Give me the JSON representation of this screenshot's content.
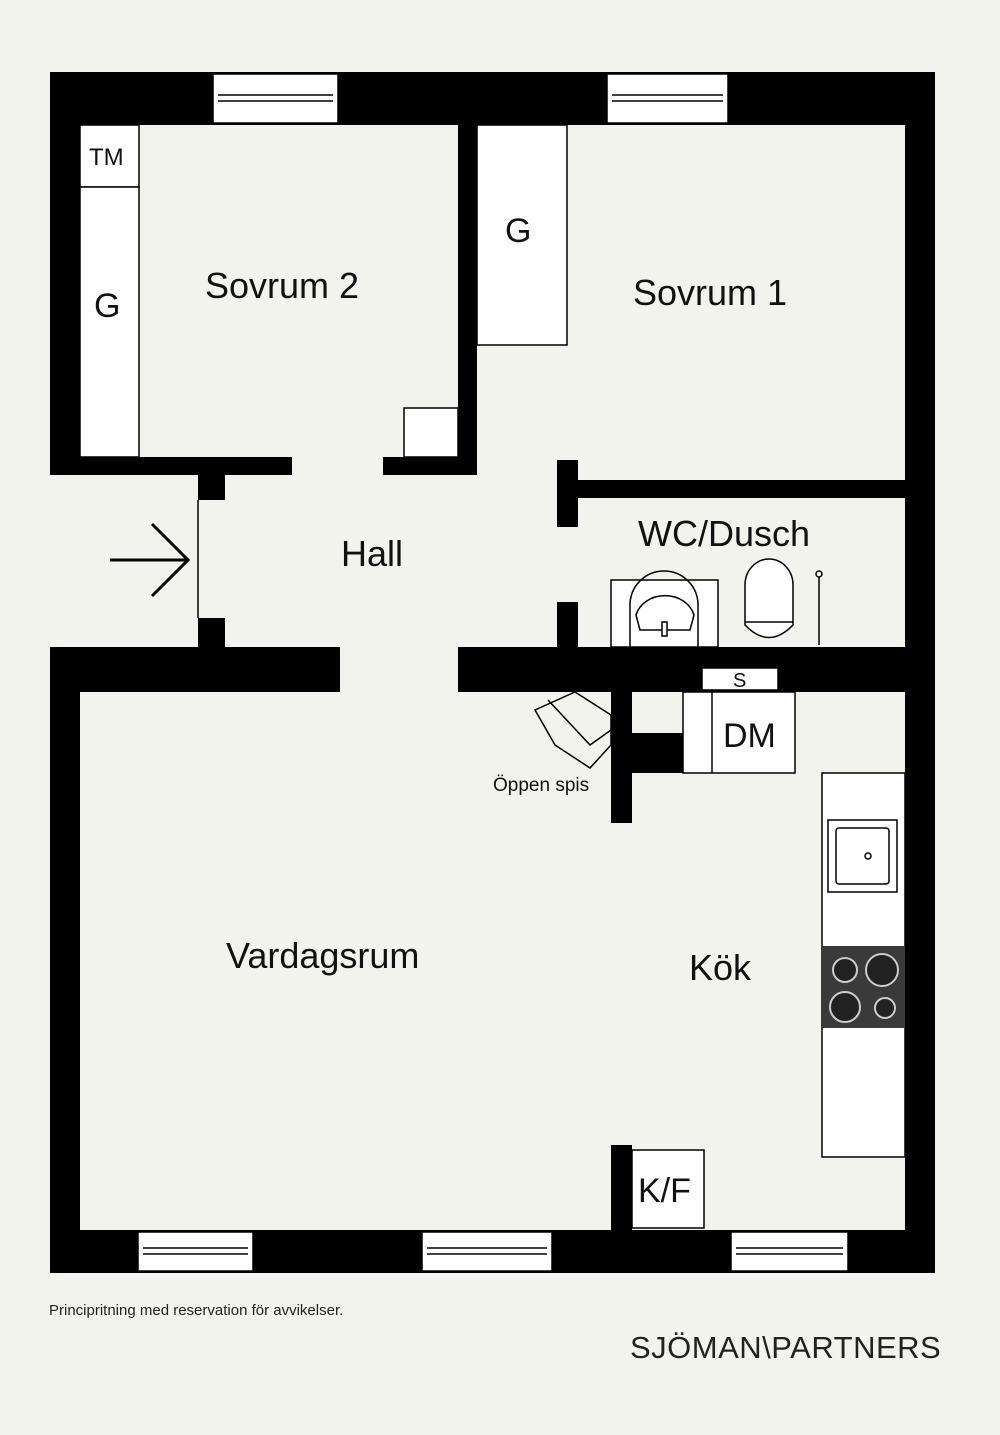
{
  "rooms": {
    "sovrum2": "Sovrum 2",
    "sovrum1": "Sovrum 1",
    "hall": "Hall",
    "wc": "WC/Dusch",
    "vardagsrum": "Vardagsrum",
    "kok": "Kök"
  },
  "fixtures": {
    "tm": "TM",
    "g_left": "G",
    "g_right": "G",
    "s": "S",
    "dm": "DM",
    "kf": "K/F",
    "fireplace": "Öppen spis"
  },
  "footer": {
    "disclaimer": "Principritning med reservation för avvikelser.",
    "brand": "SJÖMAN\\PARTNERS"
  },
  "colors": {
    "wall": "#000000",
    "floor": "#f3f3ee",
    "stove": "#3a3a3a"
  }
}
